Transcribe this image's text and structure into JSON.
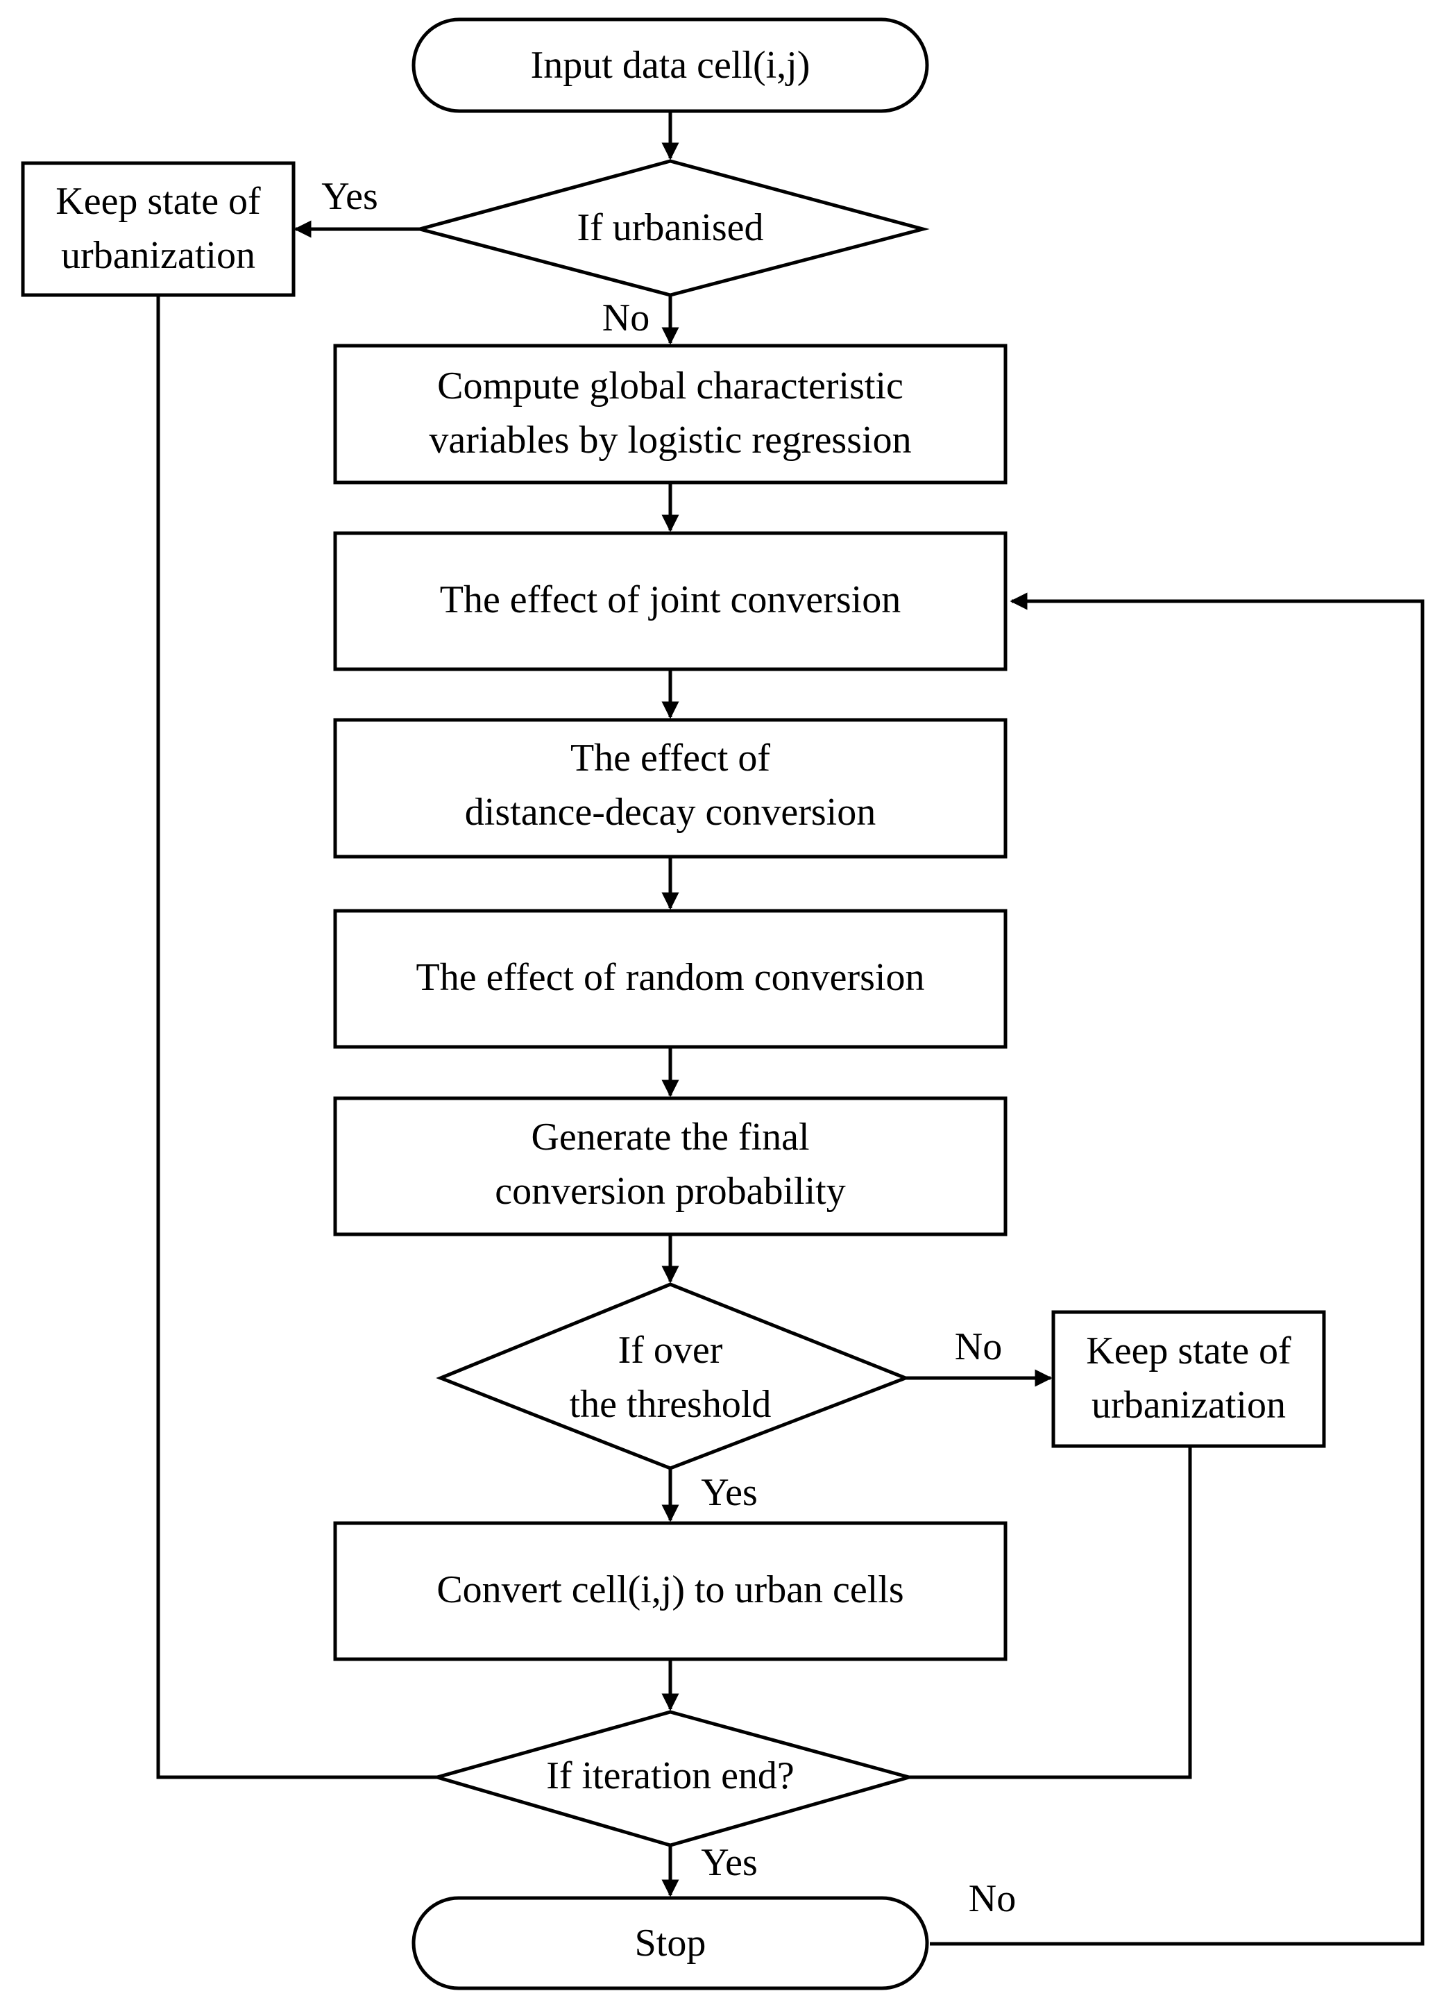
{
  "nodes": {
    "start": {
      "label": [
        "Input data cell(i,j)"
      ]
    },
    "if_urbanised": {
      "label": [
        "If urbanised"
      ]
    },
    "keep_state_top": {
      "label": [
        "Keep state of",
        "urbanization"
      ]
    },
    "compute_global": {
      "label": [
        "Compute  global characteristic",
        "variables by logistic regression"
      ]
    },
    "joint_conversion": {
      "label": [
        "The effect of joint conversion"
      ]
    },
    "distance_decay": {
      "label": [
        "The effect of",
        "distance-decay conversion"
      ]
    },
    "random_conversion": {
      "label": [
        "The effect of random conversion"
      ]
    },
    "final_probability": {
      "label": [
        "Generate the final",
        "conversion probability"
      ]
    },
    "if_threshold": {
      "label": [
        "If over",
        "the threshold"
      ]
    },
    "keep_state_right": {
      "label": [
        "Keep state of",
        "urbanization"
      ]
    },
    "convert_cell": {
      "label": [
        "Convert cell(i,j) to urban cells"
      ]
    },
    "if_iteration_end": {
      "label": [
        "If iteration end?"
      ]
    },
    "stop": {
      "label": [
        "Stop"
      ]
    }
  },
  "edge_labels": {
    "urbanised_yes": "Yes",
    "urbanised_no": "No",
    "threshold_no": "No",
    "threshold_yes": "Yes",
    "iteration_yes": "Yes",
    "iteration_no": "No"
  }
}
